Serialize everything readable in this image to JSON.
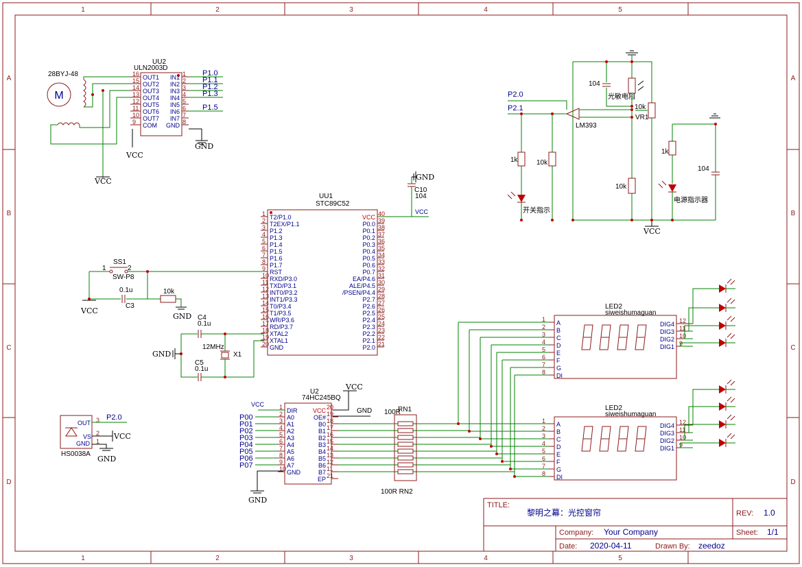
{
  "border": {
    "columns": [
      "1",
      "2",
      "3",
      "4",
      "5"
    ],
    "rows": [
      "A",
      "B",
      "C",
      "D"
    ]
  },
  "title_block": {
    "title_label": "TITLE:",
    "title": "黎明之幕：光控窗帘",
    "rev_label": "REV:",
    "rev": "1.0",
    "company_label": "Company:",
    "company": "Your Company",
    "sheet_label": "Sheet:",
    "sheet": "1/1",
    "date_label": "Date:",
    "date": "2020-04-11",
    "drawn_label": "Drawn By:",
    "drawn_by": "zeedoz"
  },
  "motor": {
    "name": "28BYJ-48",
    "symbol": "M"
  },
  "uln": {
    "ref": "UU2",
    "part": "ULN2003D",
    "left_pins": [
      {
        "num": "16",
        "name": "OUT1"
      },
      {
        "num": "15",
        "name": "OUT2"
      },
      {
        "num": "14",
        "name": "OUT3"
      },
      {
        "num": "13",
        "name": "OUT4"
      },
      {
        "num": "12",
        "name": "OUT5"
      },
      {
        "num": "11",
        "name": "OUT6"
      },
      {
        "num": "10",
        "name": "OUT7"
      },
      {
        "num": "9",
        "name": "COM"
      }
    ],
    "right_pins": [
      {
        "num": "1",
        "name": "IN1"
      },
      {
        "num": "2",
        "name": "IN2"
      },
      {
        "num": "3",
        "name": "IN3"
      },
      {
        "num": "4",
        "name": "IN4"
      },
      {
        "num": "5",
        "name": "IN5"
      },
      {
        "num": "6",
        "name": "IN6"
      },
      {
        "num": "7",
        "name": "IN7"
      },
      {
        "num": "8",
        "name": "GND"
      }
    ],
    "nets": [
      "P1.0",
      "P1.1",
      "P1.2",
      "P1.3",
      "P1.5"
    ]
  },
  "mcu": {
    "ref": "UU1",
    "part": "STC89C52",
    "left_pins": [
      {
        "num": "1",
        "name": "T2/P1.0"
      },
      {
        "num": "2",
        "name": "T2EX/P1.1"
      },
      {
        "num": "3",
        "name": "P1.2"
      },
      {
        "num": "4",
        "name": "P1.3"
      },
      {
        "num": "5",
        "name": "P1.4"
      },
      {
        "num": "6",
        "name": "P1.5"
      },
      {
        "num": "7",
        "name": "P1.6"
      },
      {
        "num": "8",
        "name": "P1.7"
      },
      {
        "num": "9",
        "name": "RST"
      },
      {
        "num": "10",
        "name": "RXD/P3.0"
      },
      {
        "num": "11",
        "name": "TXD/P3.1"
      },
      {
        "num": "12",
        "name": "INT0/P3.2"
      },
      {
        "num": "13",
        "name": "INT1/P3.3"
      },
      {
        "num": "14",
        "name": "T0/P3.4"
      },
      {
        "num": "15",
        "name": "T1/P3.5"
      },
      {
        "num": "16",
        "name": "WR/P3.6"
      },
      {
        "num": "17",
        "name": "RD/P3.7"
      },
      {
        "num": "18",
        "name": "XTAL2"
      },
      {
        "num": "19",
        "name": "XTAL1"
      },
      {
        "num": "20",
        "name": "GND"
      }
    ],
    "right_pins": [
      {
        "num": "40",
        "name": "VCC"
      },
      {
        "num": "39",
        "name": "P0.0"
      },
      {
        "num": "38",
        "name": "P0.1"
      },
      {
        "num": "37",
        "name": "P0.2"
      },
      {
        "num": "36",
        "name": "P0.3"
      },
      {
        "num": "35",
        "name": "P0.4"
      },
      {
        "num": "34",
        "name": "P0.5"
      },
      {
        "num": "33",
        "name": "P0.6"
      },
      {
        "num": "32",
        "name": "P0.7"
      },
      {
        "num": "31",
        "name": "EA/P4.6"
      },
      {
        "num": "30",
        "name": "ALE/P4.5"
      },
      {
        "num": "29",
        "name": "/PSEN/P4.4"
      },
      {
        "num": "28",
        "name": "P2.7"
      },
      {
        "num": "27",
        "name": "P2.6"
      },
      {
        "num": "26",
        "name": "P2.5"
      },
      {
        "num": "25",
        "name": "P2.4"
      },
      {
        "num": "24",
        "name": "P2.3"
      },
      {
        "num": "23",
        "name": "P2.2"
      },
      {
        "num": "22",
        "name": "P2.1"
      },
      {
        "num": "21",
        "name": "P2.0"
      }
    ]
  },
  "buffer": {
    "ref": "U2",
    "part": "74HC245BQ",
    "left_pins": [
      {
        "num": "1",
        "name": "DIR"
      },
      {
        "num": "2",
        "name": "A0"
      },
      {
        "num": "3",
        "name": "A1"
      },
      {
        "num": "4",
        "name": "A2"
      },
      {
        "num": "5",
        "name": "A3"
      },
      {
        "num": "6",
        "name": "A4"
      },
      {
        "num": "7",
        "name": "A5"
      },
      {
        "num": "8",
        "name": "A6"
      },
      {
        "num": "9",
        "name": "A7"
      },
      {
        "num": "10",
        "name": "GND"
      }
    ],
    "right_pins": [
      {
        "num": "20",
        "name": "VCC"
      },
      {
        "num": "19",
        "name": "OE#"
      },
      {
        "num": "18",
        "name": "B0"
      },
      {
        "num": "17",
        "name": "B1"
      },
      {
        "num": "16",
        "name": "B2"
      },
      {
        "num": "15",
        "name": "B3"
      },
      {
        "num": "14",
        "name": "B4"
      },
      {
        "num": "13",
        "name": "B5"
      },
      {
        "num": "12",
        "name": "B6"
      },
      {
        "num": "11",
        "name": "B7"
      },
      {
        "num": "21",
        "name": "EP"
      }
    ],
    "inputs": [
      "P00",
      "P01",
      "P02",
      "P03",
      "P04",
      "P05",
      "P06",
      "P07"
    ]
  },
  "resnet": {
    "rn1": "100R",
    "rn1_ref": "RN1",
    "rn2": "100R RN2"
  },
  "led_display": {
    "ref": "LED2",
    "part": "siweishumaguan",
    "seg_pins": [
      {
        "num": "1",
        "name": "A"
      },
      {
        "num": "2",
        "name": "B"
      },
      {
        "num": "3",
        "name": "C"
      },
      {
        "num": "4",
        "name": "D"
      },
      {
        "num": "5",
        "name": "E"
      },
      {
        "num": "6",
        "name": "F"
      },
      {
        "num": "7",
        "name": "G"
      },
      {
        "num": "8",
        "name": "DI"
      }
    ],
    "dig_pins": [
      {
        "num": "12",
        "name": "DIG4"
      },
      {
        "num": "11",
        "name": "DIG3"
      },
      {
        "num": "10",
        "name": "DIG2"
      },
      {
        "num": "9",
        "name": "DIG1"
      }
    ]
  },
  "switch": {
    "ref": "SS1",
    "part": "SW-P8",
    "pin1": "1",
    "pin2": "2"
  },
  "reset_parts": {
    "cap_val": "0.1u",
    "cap_ref": "C3",
    "res_val": "10k"
  },
  "crystal": {
    "c4": "C4",
    "c4_val": "0.1u",
    "freq": "12MHz",
    "ref": "X1",
    "c5": "C5",
    "c5_val": "0.1u"
  },
  "decoupling": {
    "ref": "C10",
    "val": "104"
  },
  "ir": {
    "part": "HS0038A",
    "pins": [
      {
        "num": "3",
        "name": "OUT"
      },
      {
        "num": "2",
        "name": "VS"
      },
      {
        "num": "1",
        "name": "GND"
      }
    ],
    "net": "P2.0"
  },
  "sensor": {
    "net1": "P2.0",
    "net2": "P2.1",
    "cap": "104",
    "ldr": "光敏电阻",
    "pot_val": "10k",
    "pot_ref": "VR1",
    "comparator": "LM393",
    "r1": "1k",
    "r2": "10k",
    "r3": "10k",
    "r4": "1k",
    "cap2": "104",
    "led1": "开关指示",
    "led2": "电源指示器"
  },
  "power": {
    "vcc": "VCC",
    "gnd": "GND"
  }
}
